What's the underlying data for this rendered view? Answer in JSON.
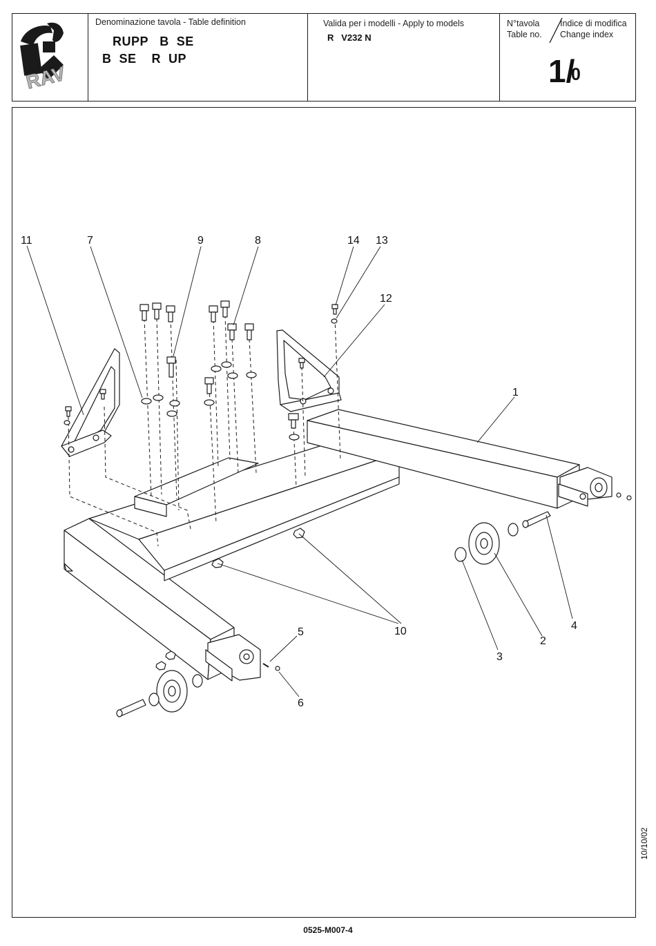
{
  "header": {
    "logo_text": "RAV",
    "definition_caption": "Denominazione tavola - Table definition",
    "definition_line1": "RUPP   B  SE",
    "definition_line2": "B  SE    R  UP",
    "models_caption": "Valida per i modelli - Apply to models",
    "models_value": "R   V232 N",
    "table_no_it": "N°tavola",
    "table_no_en": "Table no.",
    "change_index_it": "Indice di modifica",
    "change_index_en": "Change index",
    "table_number": "1/",
    "change_number": "0"
  },
  "callouts": {
    "c1": "1",
    "c2": "2",
    "c3": "3",
    "c4": "4",
    "c5": "5",
    "c6": "6",
    "c7": "7",
    "c8": "8",
    "c9": "9",
    "c10": "10",
    "c11": "11",
    "c12": "12",
    "c13": "13",
    "c14": "14"
  },
  "footer": {
    "document_code": "0525-M007-4",
    "revision_date": "10/10/02"
  }
}
